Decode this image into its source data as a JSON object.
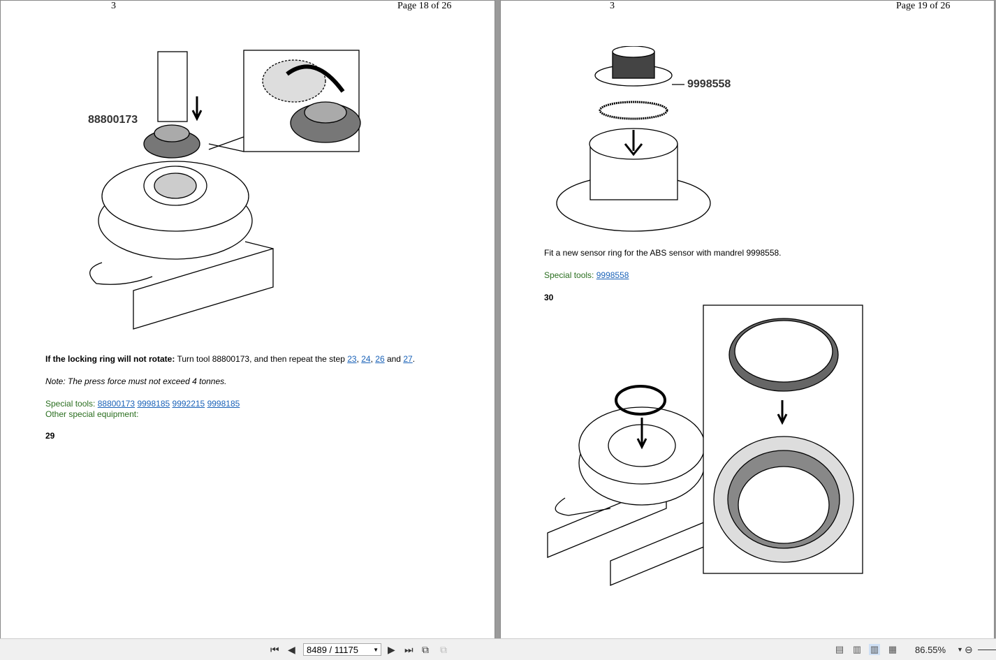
{
  "left_page": {
    "section": "3",
    "page_label": "Page 18 of 26",
    "figure_label": "88800173",
    "step_bold": "If the locking ring will not rotate:",
    "step_text": " Turn tool 88800173, and then repeat the step ",
    "step_links": [
      "23",
      "24",
      "26",
      "27"
    ],
    "step_and": " and ",
    "note": "Note: The press force must not exceed 4 tonnes.",
    "special_tools_label": "Special tools:",
    "special_tools": [
      "88800173",
      "9998185",
      "9992215",
      "9998185"
    ],
    "other_equipment": "Other special equipment:",
    "next_step": "29"
  },
  "right_page": {
    "section": "3",
    "page_label": "Page 19 of 26",
    "figure_label": "9998558",
    "instruction": "Fit a new sensor ring for the ABS sensor with mandrel 9998558.",
    "special_tools_label": "Special tools:",
    "special_tools": [
      "9998558"
    ],
    "next_step": "30"
  },
  "toolbar": {
    "page_input": "8489 / 11175",
    "zoom": "86.55%"
  }
}
